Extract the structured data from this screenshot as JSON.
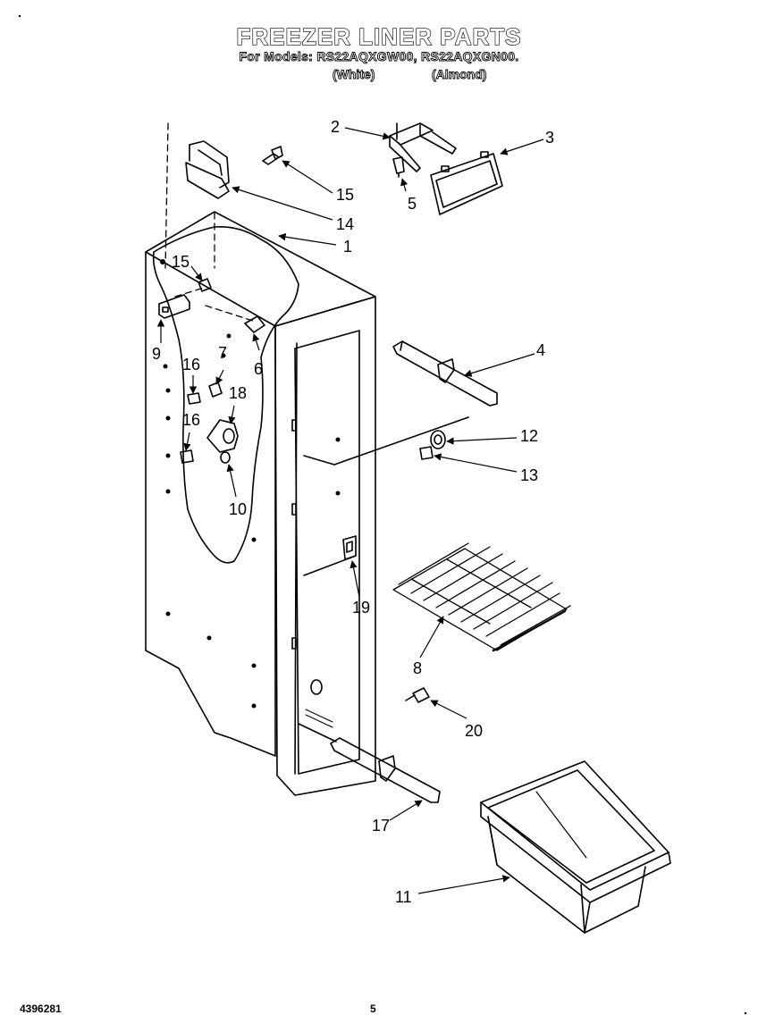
{
  "header": {
    "title": "FREEZER LINER PARTS",
    "models_line": "For Models: RS22AQXGW00, RS22AQXGN00.",
    "variant_white": "(White)",
    "variant_almond": "(Almond)"
  },
  "callouts": {
    "c1": "1",
    "c2": "2",
    "c3": "3",
    "c4": "4",
    "c5": "5",
    "c6": "6",
    "c7": "7",
    "c8": "8",
    "c9": "9",
    "c10": "10",
    "c11": "11",
    "c12": "12",
    "c13": "13",
    "c14": "14",
    "c15a": "15",
    "c15b": "15",
    "c16a": "16",
    "c16b": "16",
    "c17": "17",
    "c18": "18",
    "c19": "19",
    "c20": "20"
  },
  "footer": {
    "doc_number": "4396281",
    "page_number": "5"
  }
}
